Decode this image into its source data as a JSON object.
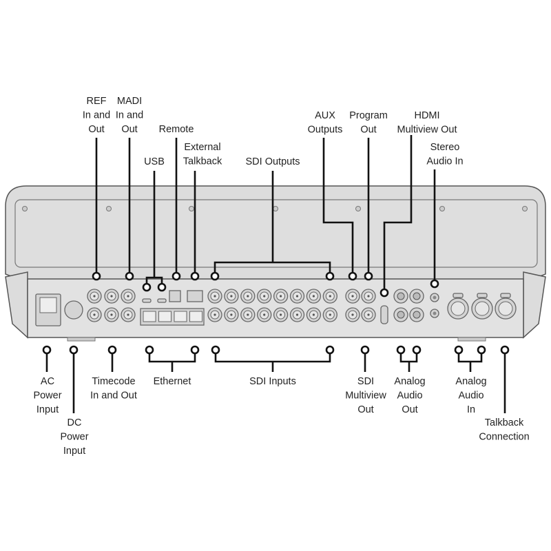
{
  "title": "Rear panel connections",
  "top_labels": {
    "ref": [
      "REF",
      "In and",
      "Out"
    ],
    "madi": [
      "MADI",
      "In and",
      "Out"
    ],
    "remote": [
      "Remote"
    ],
    "usb": [
      "USB"
    ],
    "talkback": [
      "External",
      "Talkback"
    ],
    "sdi_out": [
      "SDI Outputs"
    ],
    "aux": [
      "AUX",
      "Outputs"
    ],
    "program": [
      "Program",
      "Out"
    ],
    "hdmi": [
      "HDMI",
      "Multiview Out"
    ],
    "stereo": [
      "Stereo",
      "Audio In"
    ]
  },
  "bottom_labels": {
    "ac": [
      "AC",
      "Power",
      "Input"
    ],
    "dc": [
      "DC",
      "Power",
      "Input"
    ],
    "timecode": [
      "Timecode",
      "In and Out"
    ],
    "ethernet": [
      "Ethernet"
    ],
    "sdi_in": [
      "SDI Inputs"
    ],
    "sdi_mv": [
      "SDI",
      "Multiview",
      "Out"
    ],
    "analog_out": [
      "Analog",
      "Audio",
      "Out"
    ],
    "analog_in": [
      "Analog",
      "Audio",
      "In"
    ],
    "talkback_conn": [
      "Talkback",
      "Connection"
    ]
  }
}
